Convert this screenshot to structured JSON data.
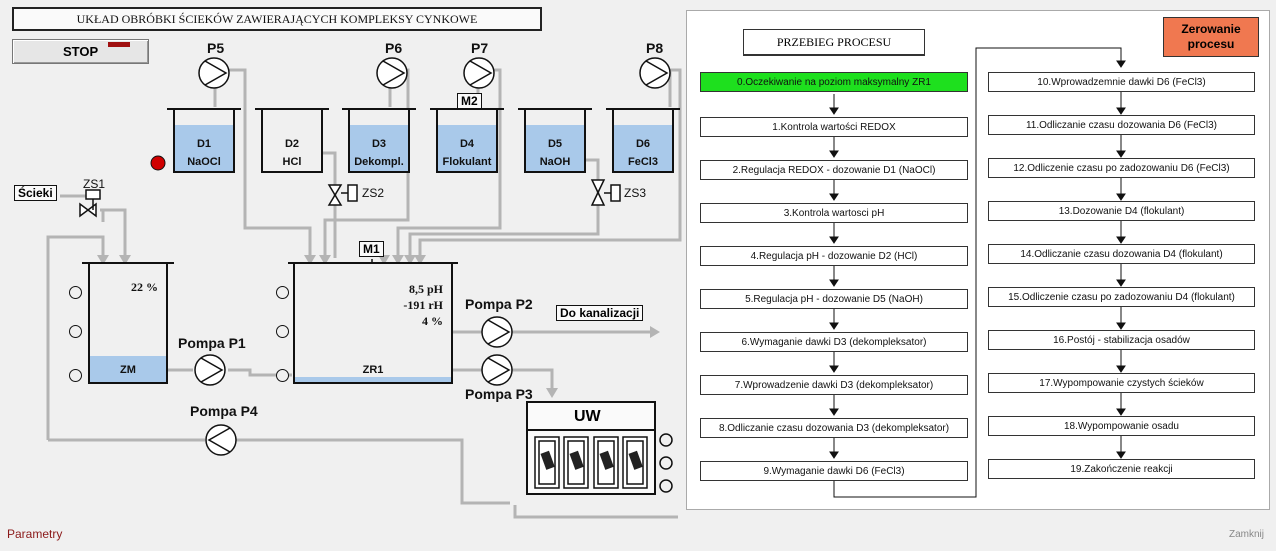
{
  "title": "UKŁAD OBRÓBKI ŚCIEKÓW ZAWIERAJĄCYCH KOMPLEKSY CYNKOWE",
  "stop_label": "STOP",
  "inlet_label": "Ścieki",
  "drain_label": "Do kanalizacji",
  "pumps": {
    "p5": "P5",
    "p6": "P6",
    "p7": "P7",
    "p8": "P8",
    "p1": "Pompa P1",
    "p2": "Pompa P2",
    "p3": "Pompa P3",
    "p4": "Pompa P4"
  },
  "valves": {
    "zs1": "ZS1",
    "zs2": "ZS2",
    "zs3": "ZS3"
  },
  "motors": {
    "m1": "M1",
    "m2": "M2"
  },
  "dosing_tanks": [
    {
      "id": "D1",
      "name": "NaOCl",
      "level": 0.75
    },
    {
      "id": "D2",
      "name": "HCl",
      "level": 0.0
    },
    {
      "id": "D3",
      "name": "Dekompl.",
      "level": 0.75
    },
    {
      "id": "D4",
      "name": "Flokulant",
      "level": 0.75
    },
    {
      "id": "D5",
      "name": "NaOH",
      "level": 0.75
    },
    {
      "id": "D6",
      "name": "FeCl3",
      "level": 0.75
    }
  ],
  "zm_tank": {
    "name": "ZM",
    "level_text": "22 %",
    "level": 0.22
  },
  "zr1_tank": {
    "name": "ZR1",
    "ph": "8,5 pH",
    "rh": "-191 rH",
    "level_text": "4 %",
    "level": 0.04
  },
  "uw_label": "UW",
  "process": {
    "header": "PRZEBIEG PROCESU",
    "reset_label_line1": "Zerowanie",
    "reset_label_line2": "procesu",
    "steps_left": [
      "0.Oczekiwanie na poziom maksymalny ZR1",
      "1.Kontrola wartości REDOX",
      "2.Regulacja REDOX - dozowanie D1 (NaOCl)",
      "3.Kontrola wartosci pH",
      "4.Regulacja pH - dozowanie D2 (HCl)",
      "5.Regulacja pH - dozowanie D5 (NaOH)",
      "6.Wymaganie dawki D3 (dekompleksator)",
      "7.Wprowadzenie dawki D3 (dekompleksator)",
      "8.Odliczanie czasu dozowania D3 (dekompleksator)",
      "9.Wymaganie dawki D6 (FeCl3)"
    ],
    "steps_right": [
      "10.Wprowadzemnie dawki D6 (FeCl3)",
      "11.Odliczanie czasu dozowania D6 (FeCl3)",
      "12.Odliczenie czasu po zadozowaniu D6 (FeCl3)",
      "13.Dozowanie D4 (flokulant)",
      "14.Odliczanie czasu dozowania D4 (flokulant)",
      "15.Odliczenie czasu po zadozowaniu D4 (flokulant)",
      "16.Postój - stabilizacja osadów",
      "17.Wypompowanie czystych ścieków",
      "18.Wypompowanie osadu",
      "19.Zakończenie reakcji"
    ],
    "active_step": 0
  },
  "footer": {
    "params": "Parametry",
    "close": "Zamknij"
  },
  "colors": {
    "liquid": "#a9c9ea",
    "active_step": "#1ee01e",
    "reset_button": "#f07850",
    "alarm": "#d00000",
    "pipe": "#b4b4b4"
  }
}
